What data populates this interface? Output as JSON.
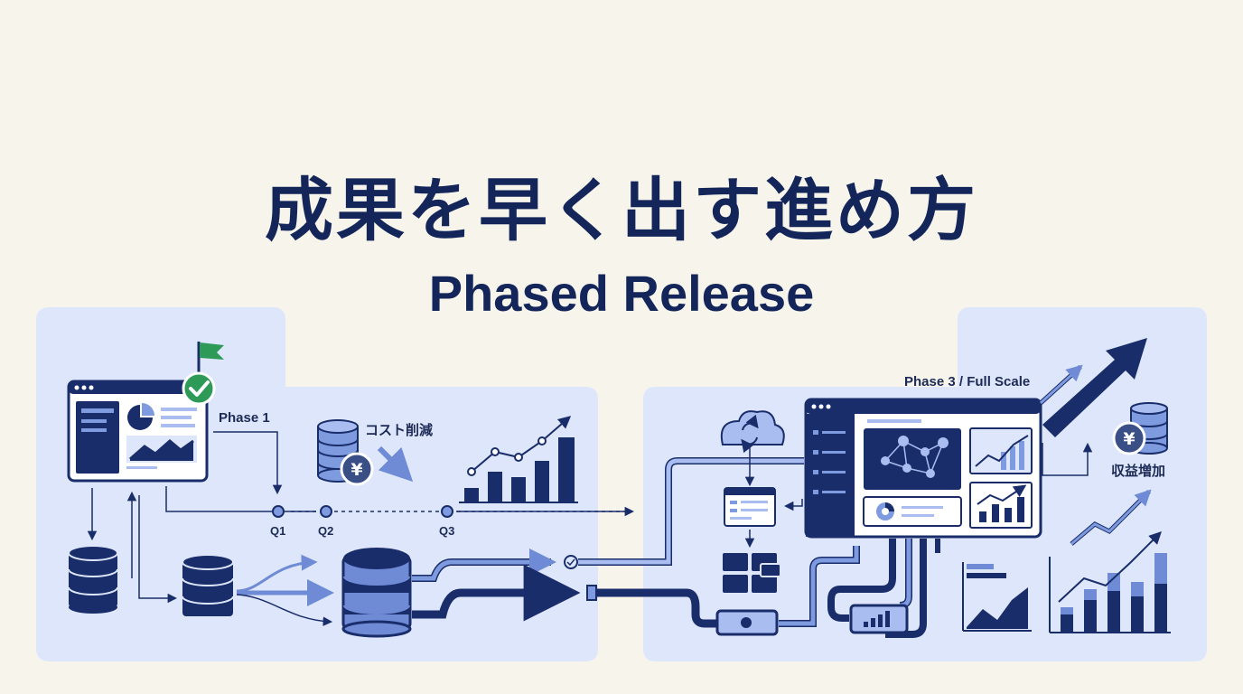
{
  "header": {
    "title": "成果を早く出す進め方",
    "subtitle": "Phased Release"
  },
  "labels": {
    "phase1": "Phase 1",
    "cost_reduction": "コスト削減",
    "q1": "Q1",
    "q2": "Q2",
    "q3": "Q3",
    "phase3": "Phase 3 / Full Scale",
    "revenue_increase": "収益増加",
    "yen_symbol": "¥"
  },
  "icons": [
    "flag-icon",
    "check-icon",
    "browser-window-icon",
    "database-icon",
    "coin-stack-icon",
    "yen-coin-icon",
    "bar-chart-icon",
    "cloud-sync-icon",
    "dashboard-window-icon",
    "network-graph-icon",
    "pie-chart-icon",
    "growth-arrow-icon"
  ],
  "colors": {
    "background": "#f7f4ec",
    "panel": "#dde6fb",
    "navy": "#1a2d6b",
    "mid_blue": "#7f9be0",
    "light_blue": "#a9bdf0",
    "check_green": "#2e9a58",
    "flag_green": "#2e9a58"
  }
}
